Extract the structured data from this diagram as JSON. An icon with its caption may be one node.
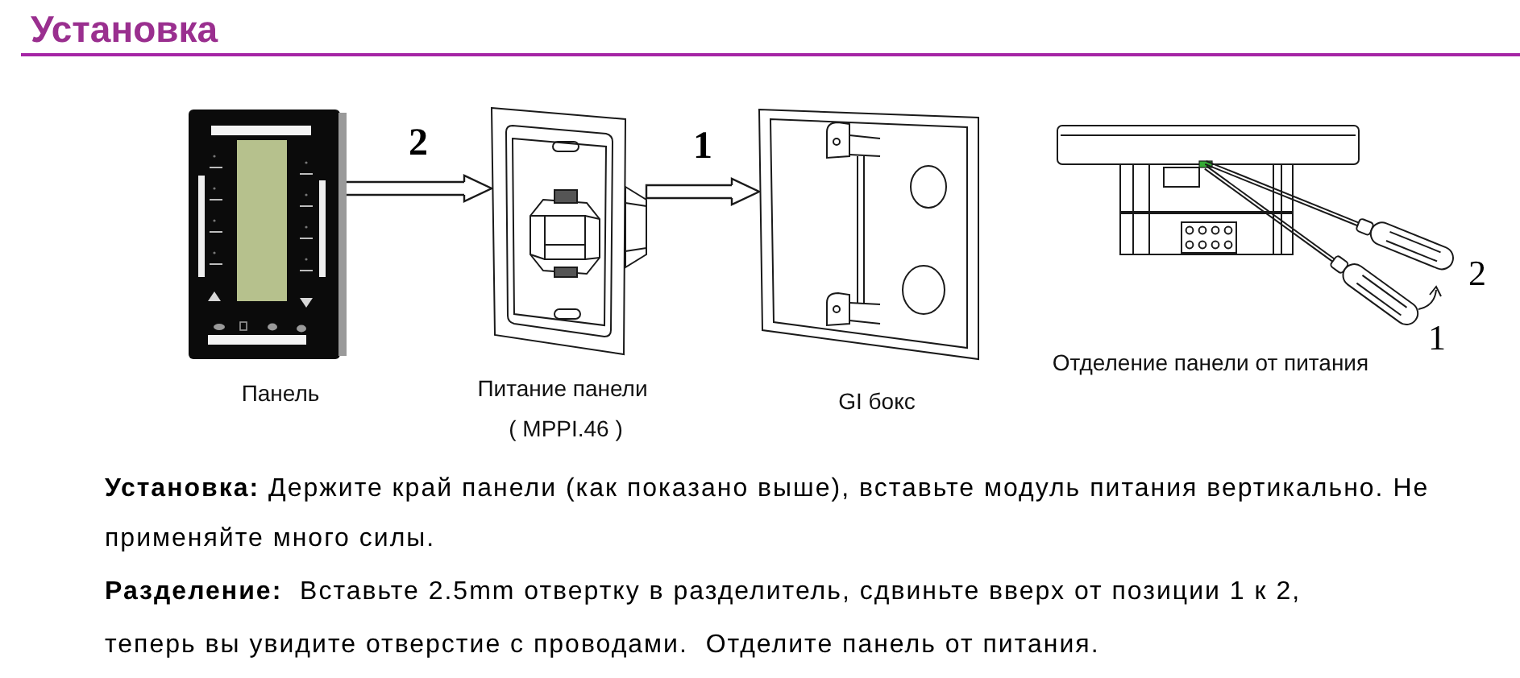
{
  "diagram": {
    "title": "Установка",
    "nodes": [
      {
        "text": [],
        "shape": "picture",
        "beside": [
          "Панель"
        ]
      },
      {
        "text": [],
        "shape": "picture",
        "beside": [
          "Питание панели",
          "( MPPI.46 )"
        ]
      },
      {
        "text": [],
        "shape": "picture",
        "beside": [
          "GI бокс"
        ]
      },
      {
        "text": [],
        "shape": "picture",
        "beside": [
          "Отделение панели от питания"
        ]
      }
    ],
    "edges": [
      {
        "from": 0,
        "to": 1,
        "arrow": "to",
        "label": "2"
      },
      {
        "from": 1,
        "to": 2,
        "arrow": "to",
        "label": "1"
      }
    ],
    "labels": [
      "2",
      "1",
      "**Установка:** Держите край панели (как показано выше), вставьте модуль питания вертикально. Не применяйте много силы.",
      "**Разделение:**  Вставьте 2.5mm отвертку в разделитель, сдвиньте вверх от позиции 1 к 2, теперь вы увидите отверстие с проводами.  Отделите панель от питания."
    ]
  }
}
